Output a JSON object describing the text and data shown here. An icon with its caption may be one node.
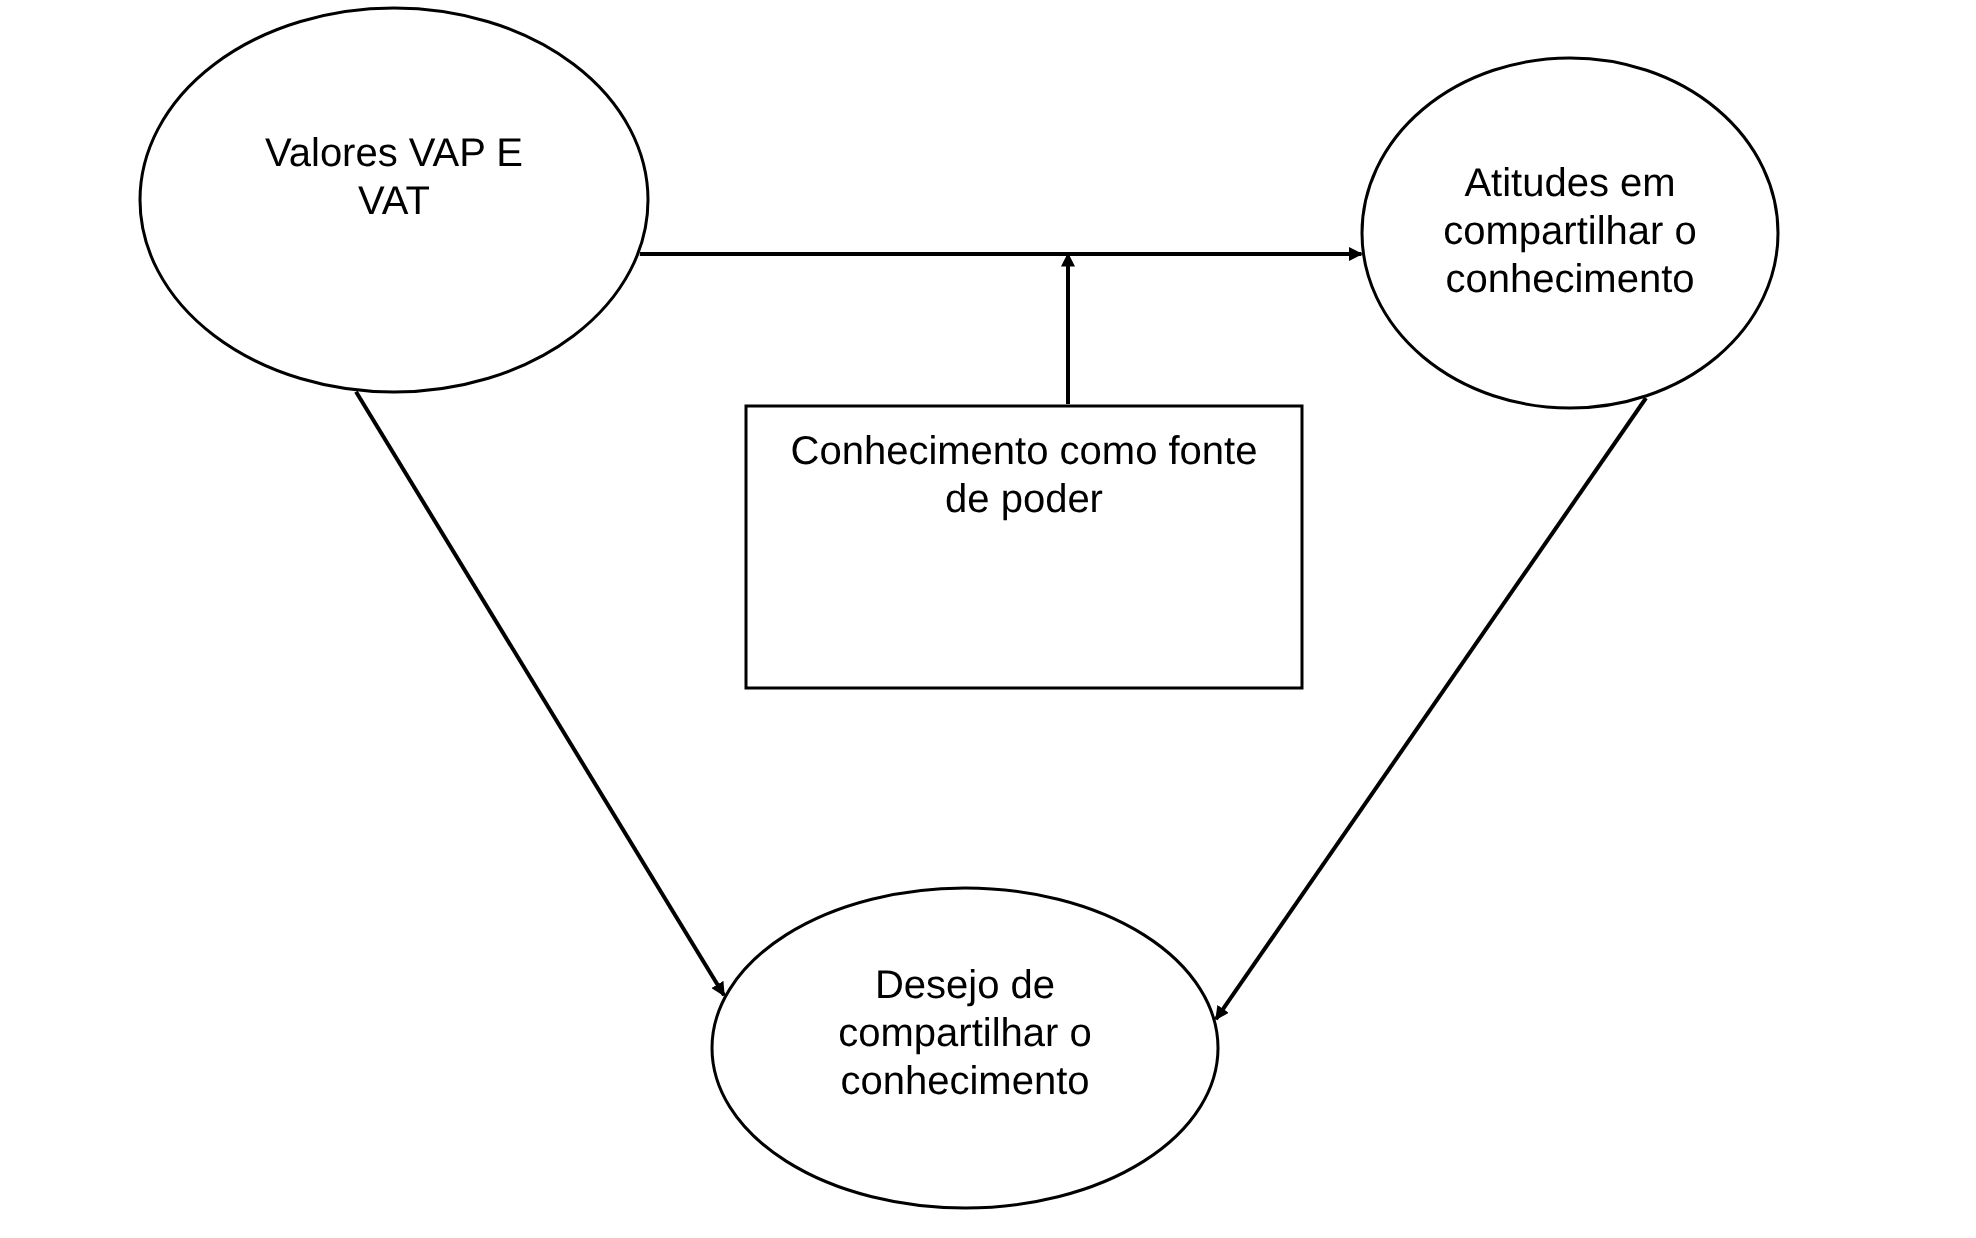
{
  "diagram": {
    "nodes": [
      {
        "text": [
          "Valores VAP E VAT"
        ]
      },
      {
        "text": [
          "Atitudes em compartilhar o conhecimento"
        ]
      },
      {
        "text": [
          "Conhecimento como fonte de poder"
        ]
      },
      {
        "text": [
          "Desejo de compartilhar o conhecimento"
        ]
      }
    ],
    "edges": [
      {
        "from": 0,
        "to": 1,
        "arrow": "to"
      },
      {
        "from": 2,
        "to": null,
        "arrow": "to"
      },
      {
        "from": 0,
        "to": 3,
        "arrow": "to"
      },
      {
        "from": 1,
        "to": 3,
        "arrow": "to"
      }
    ]
  }
}
